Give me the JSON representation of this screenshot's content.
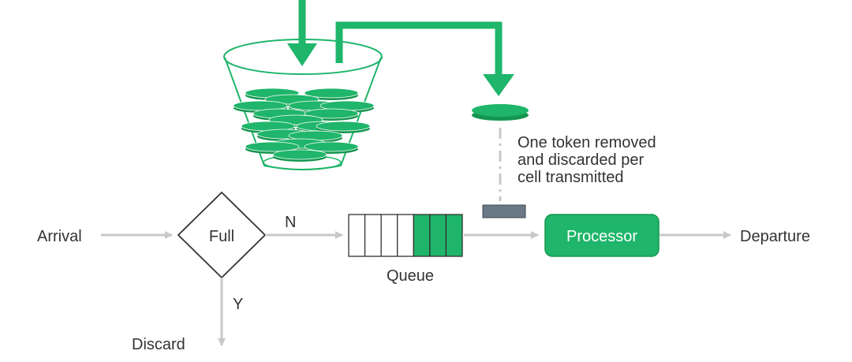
{
  "colors": {
    "accent": "#1fb56a",
    "accent_dark": "#15964f",
    "gray_arrow": "#c8c8c8",
    "text": "#333333",
    "meter": "#6b7885",
    "white": "#ffffff"
  },
  "icons": {
    "bucket": "token-bucket-icon",
    "token": "token-disc-icon",
    "meter": "token-meter-icon"
  },
  "labels": {
    "arrival": "Arrival",
    "full": "Full",
    "no": "N",
    "yes": "Y",
    "discard": "Discard",
    "queue": "Queue",
    "processor": "Processor",
    "departure": "Departure"
  },
  "note": {
    "line1": "One token removed",
    "line2": "and discarded per",
    "line3": "cell transmitted"
  },
  "queue": {
    "total_cells": 7,
    "filled_cells": 3
  }
}
